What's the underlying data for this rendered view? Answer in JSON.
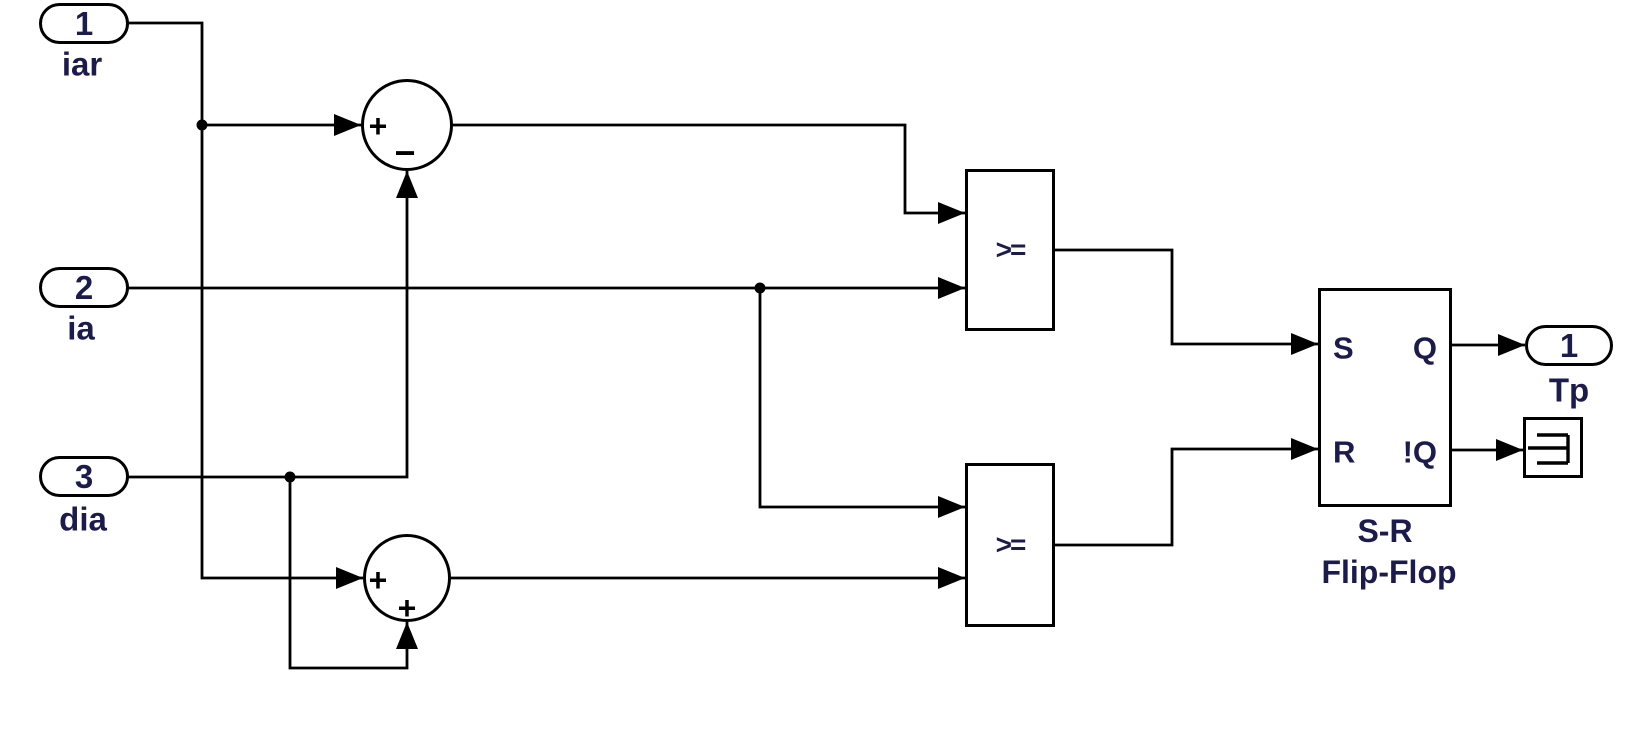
{
  "diagram": {
    "type": "simulink-block-diagram",
    "colors": {
      "background": "#ffffff",
      "line": "#000000",
      "label_text": "#1b1b4d",
      "sign_text": "#000000"
    },
    "inports": [
      {
        "number": "1",
        "label": "iar"
      },
      {
        "number": "2",
        "label": "ia"
      },
      {
        "number": "3",
        "label": "dia"
      }
    ],
    "sum_blocks": [
      {
        "sign_left": "+",
        "sign_bottom": "−"
      },
      {
        "sign_left": "+",
        "sign_bottom": "+"
      }
    ],
    "relational_operators": [
      {
        "operator": ">="
      },
      {
        "operator": ">="
      }
    ],
    "flip_flop": {
      "name_line1": "S-R",
      "name_line2": "Flip-Flop",
      "port_s": "S",
      "port_r": "R",
      "port_q": "Q",
      "port_not_q": "!Q"
    },
    "outport": {
      "number": "1",
      "label": "Tp"
    }
  }
}
